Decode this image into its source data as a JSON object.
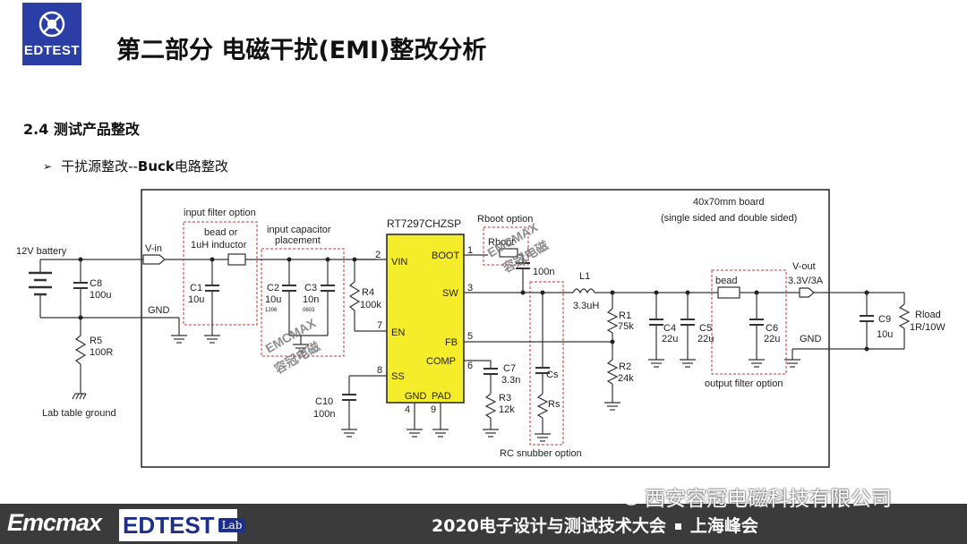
{
  "header": {
    "logo_text": "EDTEST",
    "title": "第二部分  电磁干扰(EMI)整改分析"
  },
  "section": {
    "heading": "2.4 测试产品整改",
    "bullet_prefix": "干扰源整改--",
    "bullet_bold": "Buck",
    "bullet_suffix": "电路整改"
  },
  "schematic": {
    "board_note_line1": "40x70mm board",
    "board_note_line2": "(single sided and double sided)",
    "ic_name": "RT7297CHZSP",
    "input_filter_option": "input filter option",
    "bead_or": "bead or",
    "inductor_1uH": "1uH inductor",
    "input_capacitor": "input capacitor",
    "placement": "placement",
    "battery": "12V battery",
    "vin_label": "V-in",
    "gnd_left": "GND",
    "c8": "C8",
    "c8_val": "100u",
    "r5": "R5",
    "r5_val": "100R",
    "lab_ground": "Lab table ground",
    "c1": "C1",
    "c1_val": "10u",
    "c2": "C2",
    "c2_val": "10u",
    "c2_size": "1206",
    "c3": "C3",
    "c3_val": "10n",
    "c3_size": "0603",
    "r4": "R4",
    "r4_val": "100k",
    "c10": "C10",
    "c10_val": "100n",
    "pin_vin": "VIN",
    "pin_en": "EN",
    "pin_ss": "SS",
    "pin_boot": "BOOT",
    "pin_sw": "SW",
    "pin_fb": "FB",
    "pin_comp": "COMP",
    "pin_gnd": "GND",
    "pin_pad": "PAD",
    "pin2": "2",
    "pin7": "7",
    "pin8": "8",
    "pin1": "1",
    "pin3": "3",
    "pin5": "5",
    "pin6": "6",
    "pin4": "4",
    "pin9": "9",
    "rboot_option": "Rboot option",
    "rboot": "Rboot",
    "cboot_val": "100n",
    "l1": "L1",
    "l1_val": "3.3uH",
    "c7": "C7",
    "c7_val": "3.3n",
    "r3": "R3",
    "r3_val": "12k",
    "cs": "Cs",
    "rs": "Rs",
    "rc_snubber": "RC snubber option",
    "r1": "R1",
    "r1_val": "75k",
    "r2": "R2",
    "r2_val": "24k",
    "c4": "C4",
    "c4_val": "22u",
    "c5": "C5",
    "c5_val": "22u",
    "bead_out": "bead",
    "c6": "C6",
    "c6_val": "22u",
    "output_filter": "output filter option",
    "vout_label": "V-out",
    "vout_val": "3.3V/3A",
    "gnd_right": "GND",
    "c9": "C9",
    "c9_val": "10u",
    "rload": "Rload",
    "rload_val": "1R/10W",
    "stamp1_a": "EMCMAX",
    "stamp1_b": "容冠电磁",
    "stamp2_a": "EMCMAX",
    "stamp2_b": "容冠电磁"
  },
  "footer": {
    "brand": "Emcmax",
    "edtest": "EDTEST",
    "lab": "Lab",
    "conference": "2020电子设计与测试技术大会",
    "city": "上海峰会",
    "watermark": "西安容冠电磁科技有限公司"
  },
  "colors": {
    "logo_bg": "#2b3ea5",
    "ic_fill": "#f5ec2a",
    "footer_bg": "#3b3b3b",
    "option_box": "#cc3333"
  }
}
